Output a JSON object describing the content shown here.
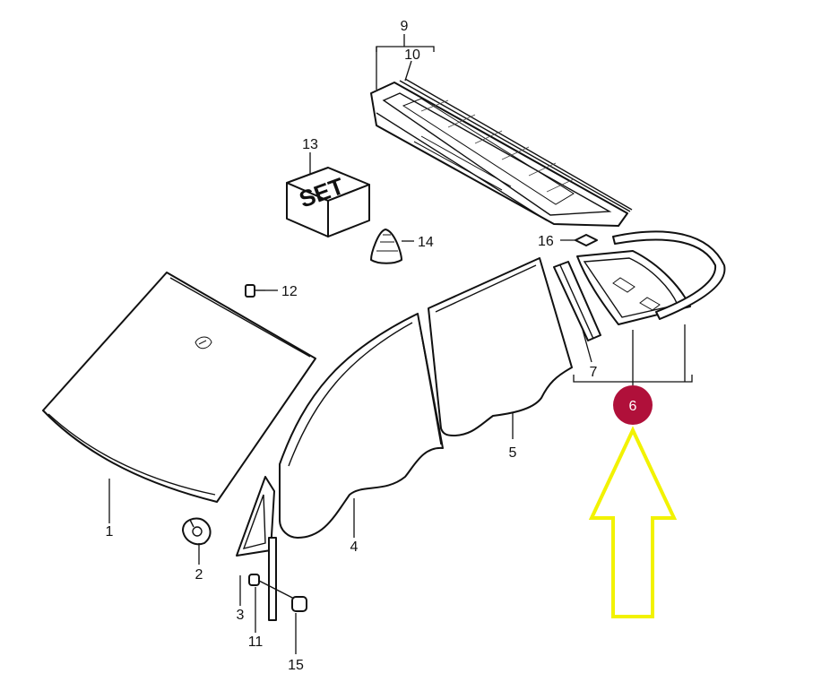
{
  "diagram": {
    "callouts": {
      "c1": "1",
      "c2": "2",
      "c3": "3",
      "c4": "4",
      "c5": "5",
      "c6": "6",
      "c7": "7",
      "c9": "9",
      "c10": "10",
      "c11": "11",
      "c12": "12",
      "c13": "13",
      "c14": "14",
      "c15": "15",
      "c16": "16"
    },
    "set_box_label": "SET",
    "highlight": {
      "part_number": "6",
      "badge_color": "#b0103a",
      "arrow_color": "#f2f200"
    }
  }
}
